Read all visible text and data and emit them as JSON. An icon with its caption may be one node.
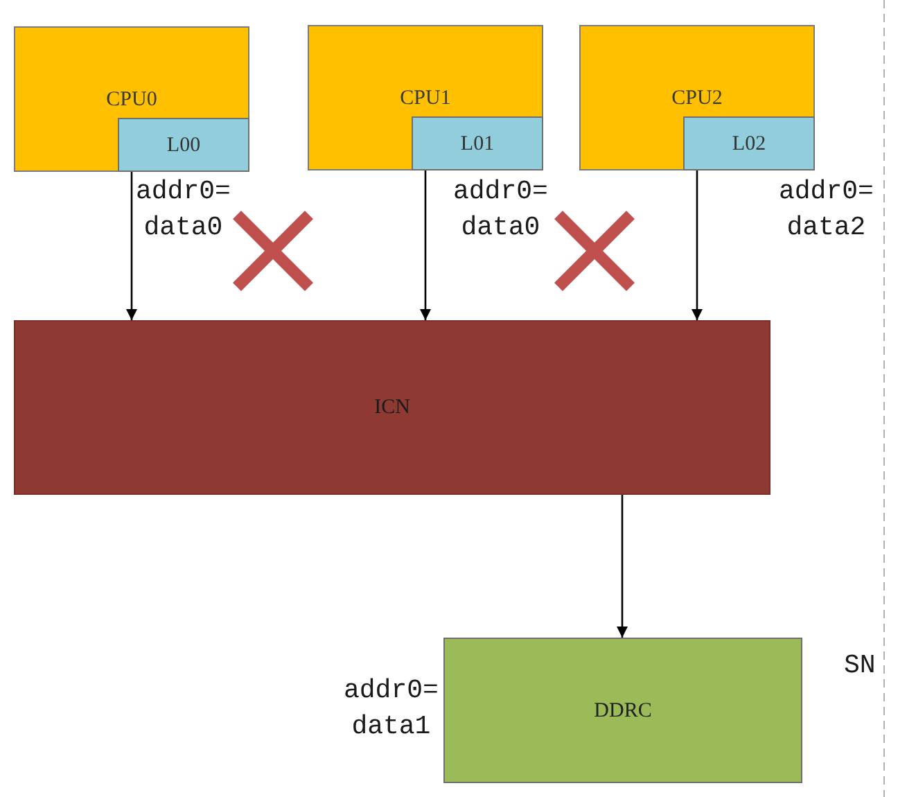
{
  "diagram": {
    "nodes": [
      {
        "text": [
          "CPU0"
        ]
      },
      {
        "text": [
          "L00"
        ],
        "in": 0
      },
      {
        "text": [
          "CPU1"
        ]
      },
      {
        "text": [
          "L01"
        ],
        "in": 2
      },
      {
        "text": [
          "CPU2"
        ]
      },
      {
        "text": [
          "L02"
        ],
        "in": 4,
        "beside": [
          "addr0= data2"
        ]
      },
      {
        "text": [
          "ICN"
        ]
      },
      {
        "text": [
          "DDRC"
        ],
        "beside": [
          "addr0= data1"
        ]
      }
    ],
    "edges": [
      {
        "from": 1,
        "to": 6,
        "arrow": "to",
        "label": "addr0= data0"
      },
      {
        "from": 3,
        "to": 6,
        "arrow": "to",
        "label": "addr0= data0"
      },
      {
        "from": 5,
        "to": 6,
        "arrow": "to"
      },
      {
        "from": 6,
        "to": 7,
        "arrow": "to"
      }
    ],
    "labels": [
      "SN"
    ]
  }
}
